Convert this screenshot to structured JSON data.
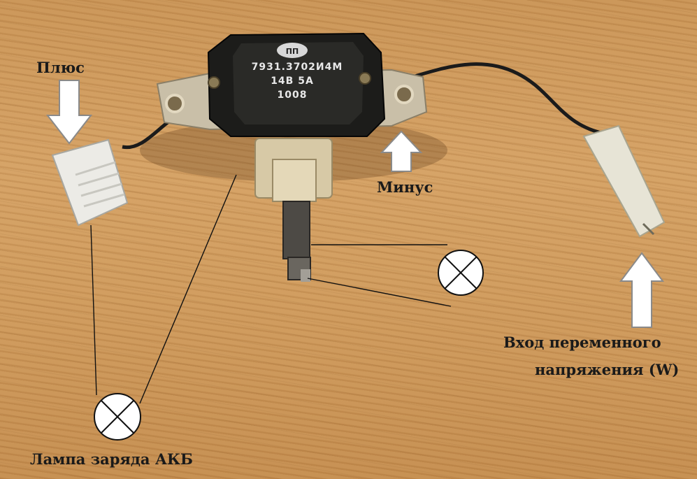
{
  "labels": {
    "plus": "Плюс",
    "minus": "Минус",
    "lamp": "Лампа заряда АКБ",
    "w_input_line1": "Вход переменного",
    "w_input_line2": "напряжения (W)"
  },
  "regulator": {
    "model": "7931.3702И4М",
    "rating": "14В 5А",
    "code": "1008"
  },
  "icons": [
    "arrow-down-icon",
    "arrow-up-icon",
    "lamp-icon",
    "logo-icon"
  ]
}
